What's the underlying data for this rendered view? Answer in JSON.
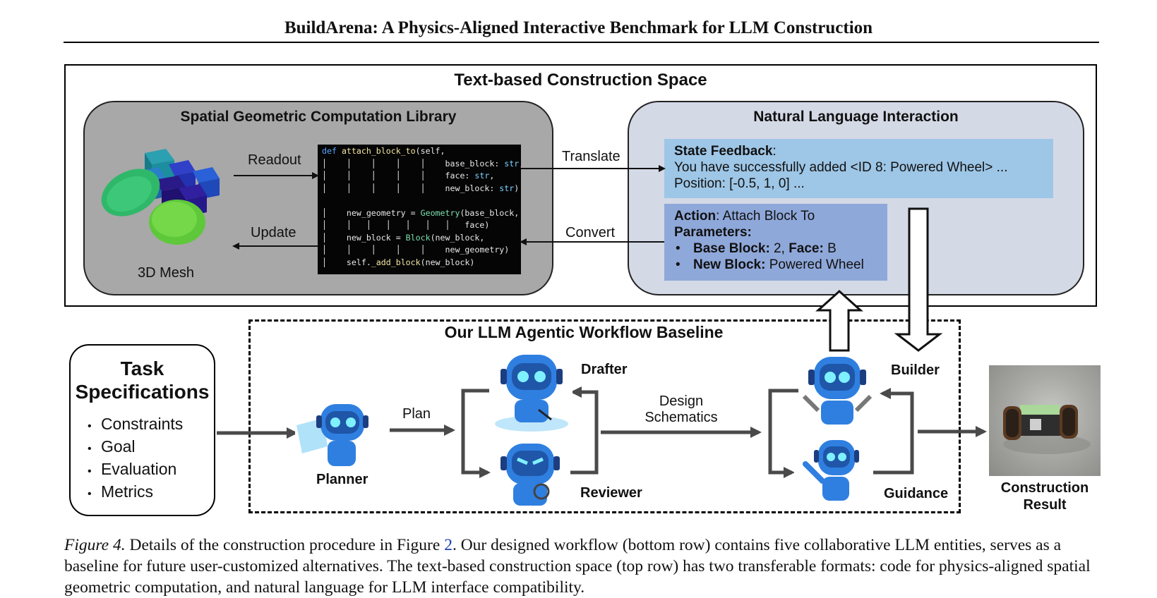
{
  "paper_title": "BuildArena: A Physics-Aligned Interactive Benchmark for LLM Construction",
  "top_section": {
    "title": "Text-based Construction Space",
    "library_panel": {
      "title": "Spatial Geometric Computation Library",
      "mesh_label": "3D Mesh",
      "readout_label": "Readout",
      "update_label": "Update",
      "code_lines": {
        "l1_kw": "def",
        "l1_fn": "attach_block_to",
        "l1_rest": "(self,",
        "l2_name": "base_block: ",
        "l2_type": "str",
        "l2_end": ",",
        "l3_name": "face: ",
        "l3_type": "str",
        "l3_end": ",",
        "l4_name": "new_block: ",
        "l4_type": "str",
        "l4_end": "):",
        "l5_a": "new_geometry = ",
        "l5_cls": "Geometry",
        "l5_b": "(base_block,",
        "l6": "face)",
        "l7_a": "new_block = ",
        "l7_cls": "Block",
        "l7_b": "(new_block,",
        "l8": "new_geometry)",
        "l9_a": "self.",
        "l9_fn": "_add_block",
        "l9_b": "(new_block)"
      }
    },
    "translate_label": "Translate",
    "convert_label": "Convert",
    "language_panel": {
      "title": "Natural Language Interaction",
      "state_feedback": {
        "heading": "State Feedback",
        "colon": ":",
        "line1": "You have successfully added <ID 8: Powered Wheel> ...",
        "line2": "Position: [-0.5, 1, 0] ..."
      },
      "action": {
        "heading": "Action",
        "value": ": Attach Block To",
        "params_heading": "Parameters:",
        "bullet1_k1": "Base Block:",
        "bullet1_v1": " 2, ",
        "bullet1_k2": "Face:",
        "bullet1_v2": " B",
        "bullet2_k": "New Block:",
        "bullet2_v": " Powered Wheel"
      }
    }
  },
  "task_spec": {
    "title_line1": "Task",
    "title_line2": "Specifications",
    "items": [
      "Constraints",
      "Goal",
      "Evaluation",
      "Metrics"
    ]
  },
  "workflow": {
    "title": "Our LLM Agentic Workflow Baseline",
    "plan_label": "Plan",
    "design_label_1": "Design",
    "design_label_2": "Schematics",
    "roles": {
      "planner": "Planner",
      "drafter": "Drafter",
      "reviewer": "Reviewer",
      "builder": "Builder",
      "guidance": "Guidance"
    }
  },
  "result": {
    "label_line1": "Construction",
    "label_line2": "Result"
  },
  "caption": {
    "fig_label": "Figure 4.",
    "text_a": " Details of the construction procedure in Figure ",
    "ref": "2",
    "text_b": ". Our designed workflow (bottom row) contains five collaborative LLM entities, serves as a baseline for future user-customized alternatives. The text-based construction space (top row) has two transferable formats: code for physics-aligned spatial geometric computation, and natural language for LLM interface compatibility."
  },
  "colors": {
    "library_panel_bg": "#a8a8a8",
    "language_panel_bg": "#d4d9e6",
    "state_box_bg": "#9ec6e6",
    "action_box_bg": "#8fa8da",
    "robot_blue": "#2f7fe0",
    "arrow_gray": "#4a4a4a"
  }
}
